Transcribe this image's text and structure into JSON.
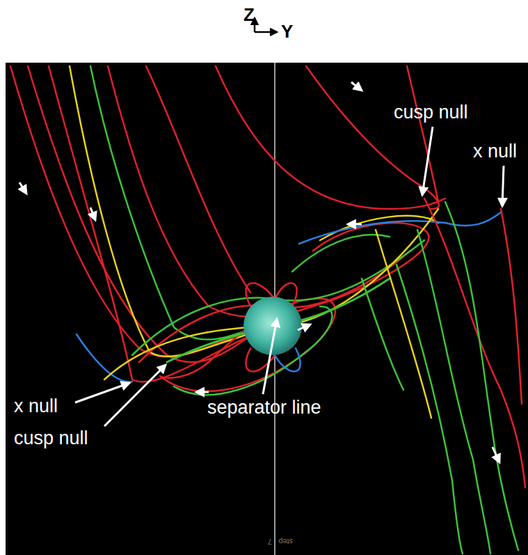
{
  "diagram": {
    "labels": [
      "Z",
      "Y",
      "cusp null",
      "x null",
      "x null",
      "cusp null",
      "separator line",
      "step : 7"
    ]
  }
}
